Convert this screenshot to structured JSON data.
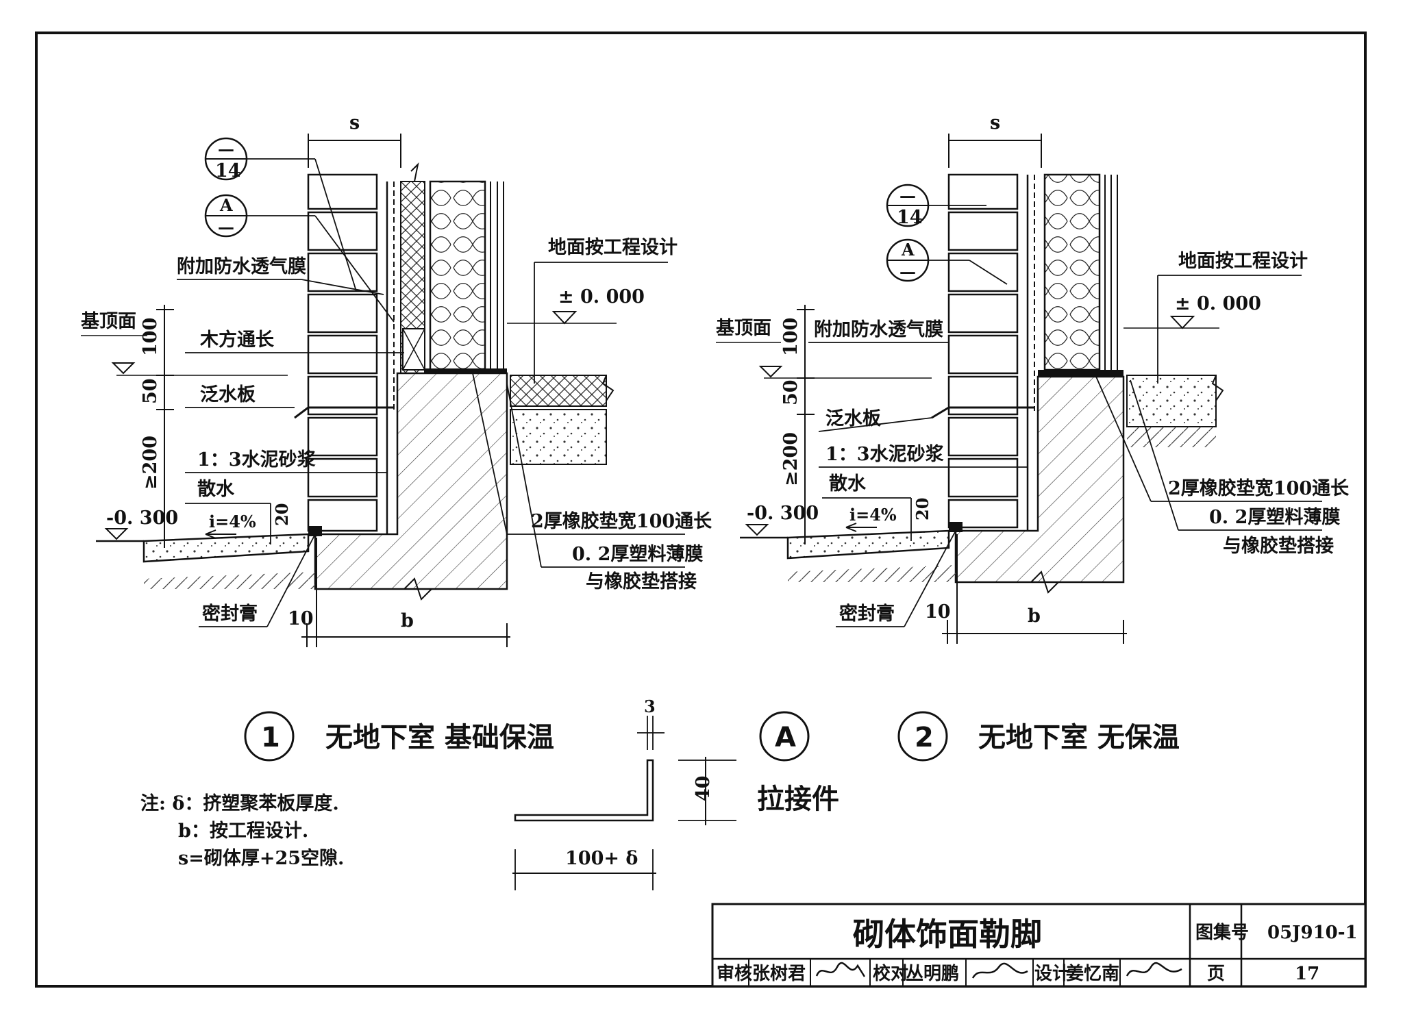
{
  "detail1": {
    "dim_s": "s",
    "bubble_14": {
      "top": "—",
      "bottom": "14"
    },
    "bubble_A": {
      "top": "A",
      "bottom": "—"
    },
    "membrane": "附加防水透气膜",
    "floor_design": "地面按工程设计",
    "datum": "± 0. 000",
    "base_top": "基顶面",
    "timber": "木方通长",
    "flashing": "泛水板",
    "dim_100": "100",
    "dim_50": "50",
    "dim_200": "≥200",
    "mortar": "1：3水泥砂浆",
    "apron": "散水",
    "slope": "i=4%",
    "dim_20": "20",
    "level_m300": "-0. 300",
    "rubber": "2厚橡胶垫宽100通长",
    "film_1": "0. 2厚塑料薄膜",
    "film_2": "与橡胶垫搭接",
    "sealant": "密封膏",
    "dim_10": "10",
    "dim_b": "b"
  },
  "detail2": {
    "dim_s": "s",
    "bubble_14": {
      "top": "—",
      "bottom": "14"
    },
    "bubble_A": {
      "top": "A",
      "bottom": "—"
    },
    "floor_design": "地面按工程设计",
    "datum": "± 0. 000",
    "base_top": "基顶面",
    "membrane": "附加防水透气膜",
    "dim_100": "100",
    "dim_50": "50",
    "dim_200": "≥200",
    "flashing": "泛水板",
    "mortar": "1：3水泥砂浆",
    "apron": "散水",
    "slope": "i=4%",
    "dim_20": "20",
    "level_m300": "-0. 300",
    "rubber": "2厚橡胶垫宽100通长",
    "film_1": "0. 2厚塑料薄膜",
    "film_2": "与橡胶垫搭接",
    "sealant": "密封膏",
    "dim_10": "10",
    "dim_b": "b"
  },
  "captions": {
    "c1_num": "1",
    "c1_text": "无地下室  基础保温",
    "cA_num": "A",
    "c2_num": "2",
    "c2_text": "无地下室  无保温",
    "tie": "拉接件"
  },
  "tie_dims": {
    "d3": "3",
    "d40": "40",
    "d100": "100+ δ"
  },
  "notes": {
    "line1": "注:  δ：挤塑聚苯板厚度.",
    "line2": "b：按工程设计.",
    "line3": "s=砌体厚+25空隙."
  },
  "title_block": {
    "title": "砌体饰面勒脚",
    "atlas_label": "图集号",
    "atlas_no": "05J910-1",
    "review_label": "审核",
    "reviewer": "张树君",
    "check_label": "校对",
    "checker": "丛明鹏",
    "design_label": "设计",
    "designer": "姜忆南",
    "page_label": "页",
    "page_no": "17"
  }
}
